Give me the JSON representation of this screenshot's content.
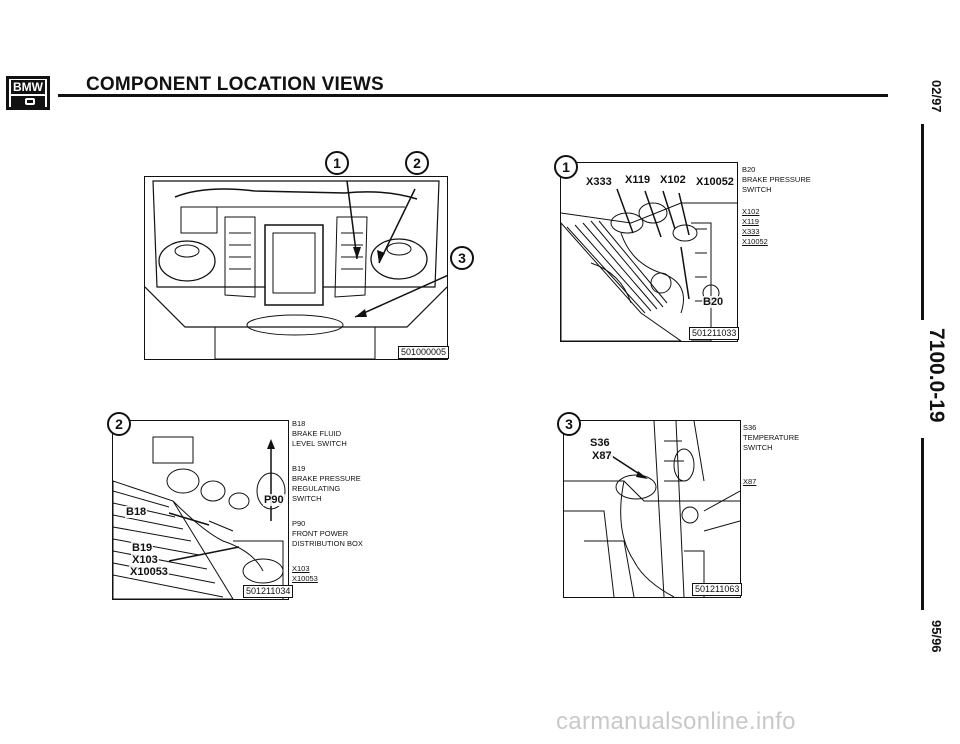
{
  "header": {
    "logo_text": "BMW",
    "title": "COMPONENT LOCATION VIEWS"
  },
  "side": {
    "date_top": "02/97",
    "doc_number": "7100.0-19",
    "date_bottom": "95/96"
  },
  "panels": {
    "overview": {
      "code": "501000005",
      "callouts": [
        "1",
        "2",
        "3"
      ]
    },
    "view1": {
      "callout": "1",
      "code": "501211033",
      "photo_labels": [
        "X333",
        "X119",
        "X102",
        "X10052",
        "B20"
      ],
      "legend": {
        "b20": "B20",
        "b20_desc1": "BRAKE PRESSURE",
        "b20_desc2": "SWITCH",
        "x102": "X102",
        "x119": "X119",
        "x333": "X333",
        "x10052": "X10052"
      }
    },
    "view2": {
      "callout": "2",
      "code": "501211034",
      "photo_labels": [
        "P90",
        "B18",
        "B19",
        "X103",
        "X10053"
      ],
      "legend": {
        "b18": "B18",
        "b18_desc1": "BRAKE FLUID",
        "b18_desc2": "LEVEL SWITCH",
        "b19": "B19",
        "b19_desc1": "BRAKE PRESSURE",
        "b19_desc2": "REGULATING",
        "b19_desc3": "SWITCH",
        "p90": "P90",
        "p90_desc1": "FRONT POWER",
        "p90_desc2": "DISTRIBUTION BOX",
        "x103": "X103",
        "x10053": "X10053"
      }
    },
    "view3": {
      "callout": "3",
      "code": "501211063",
      "photo_labels": [
        "S36",
        "X87"
      ],
      "legend": {
        "s36": "S36",
        "s36_desc": "TEMPERATURE",
        "s36_desc2": "SWITCH",
        "x87": "X87"
      }
    }
  },
  "footer": {
    "watermark": "carmanualsonline.info"
  }
}
